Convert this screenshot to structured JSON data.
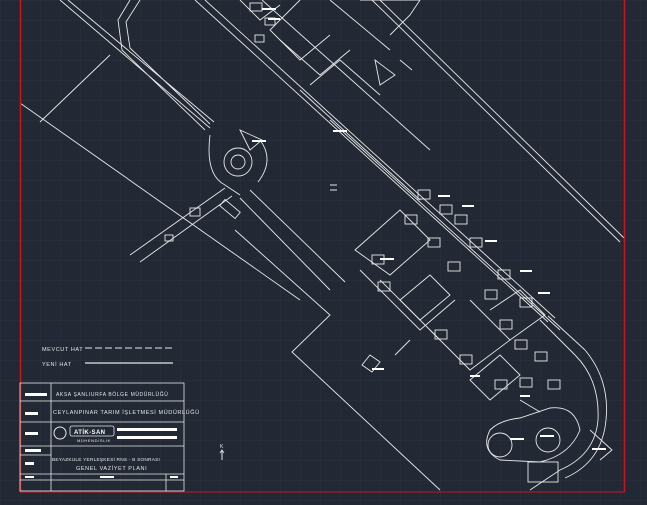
{
  "drawing": {
    "legend": {
      "existing_line_label": "MEVCUT HAT",
      "new_line_label": "YENİ HAT"
    },
    "title_block": {
      "authority": "AKSA ŞANLIURFA BÖLGE MÜDÜRLÜĞÜ",
      "directorate": "CEYLANPINAR TARIM İŞLETMESİ MÜDÜRLÜĞÜ",
      "company_name": "ATİK-SAN",
      "company_subtitle": "MÜHENDİSLİK",
      "project_line1": "BEYAZKULE YERLEŞKESİ RNS - B SONRASI",
      "project_line2": "GENEL VAZİYET PLANI"
    },
    "north_arrow_label": "K",
    "colors": {
      "background": "#222834",
      "grid": "#2c3341",
      "lines": "#e8e8e8",
      "viewport_border": "#c8161d"
    }
  }
}
